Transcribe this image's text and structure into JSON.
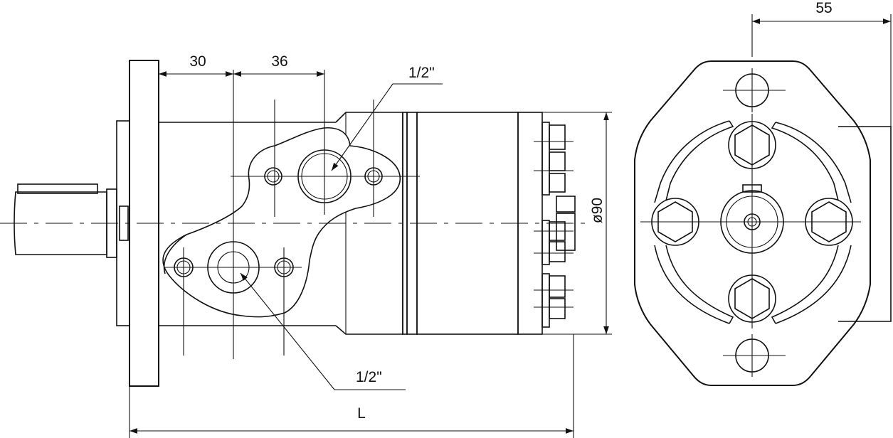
{
  "drawing": {
    "side_view": {
      "dim_flange_to_port": "30",
      "dim_port_spacing": "36",
      "port_upper_label": "1/2\"",
      "port_lower_label": "1/2\"",
      "diameter_label": "ø90",
      "length_label": "L"
    },
    "front_view": {
      "dim_offset": "55"
    }
  }
}
